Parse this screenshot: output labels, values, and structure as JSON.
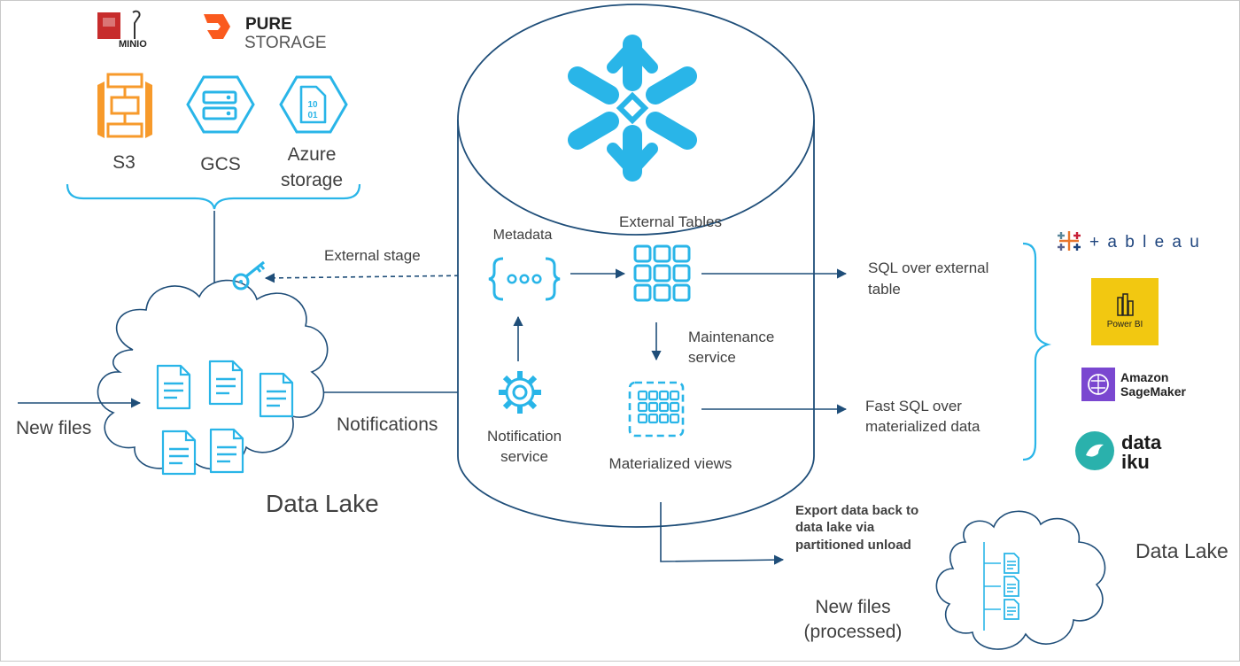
{
  "storage": {
    "minio": "MINIO",
    "pure_top": "PURE",
    "pure_bottom": "STORAGE",
    "s3": "S3",
    "gcs": "GCS",
    "azure_line1": "Azure",
    "azure_line2": "storage",
    "azure_glyph_line1": "10",
    "azure_glyph_line2": "01"
  },
  "left": {
    "new_files": "New files",
    "notifications": "Notifications",
    "data_lake": "Data Lake",
    "external_stage": "External stage"
  },
  "cylinder": {
    "metadata": "Metadata",
    "external_tables": "External Tables",
    "maintenance_line1": "Maintenance",
    "maintenance_line2": "service",
    "notification_line1": "Notification",
    "notification_line2": "service",
    "materialized_views": "Materialized views"
  },
  "outputs": {
    "sql_ext_line1": "SQL over external",
    "sql_ext_line2": "table",
    "fast_sql_line1": "Fast SQL over",
    "fast_sql_line2": "materialized data"
  },
  "export": {
    "line1": "Export data back to",
    "line2": "data lake via",
    "line3": "partitioned unload",
    "new_files_line1": "New files",
    "new_files_line2": "(processed)",
    "data_lake": "Data Lake"
  },
  "tools": {
    "tableau": "+ a b l e a u",
    "powerbi": "Power BI",
    "sagemaker_line1": "Amazon",
    "sagemaker_line2": "SageMaker",
    "dataiku_line1": "data",
    "dataiku_line2": "iku"
  },
  "colors": {
    "accent_blue": "#29b5e8",
    "line_navy": "#1f4e79",
    "text": "#404040",
    "aws_orange": "#f79a2b",
    "pure_orange": "#fa5a1e",
    "powerbi_yellow": "#f2c811",
    "sagemaker_purple": "#7a47d0",
    "dataiku_teal": "#2ab1ac"
  }
}
